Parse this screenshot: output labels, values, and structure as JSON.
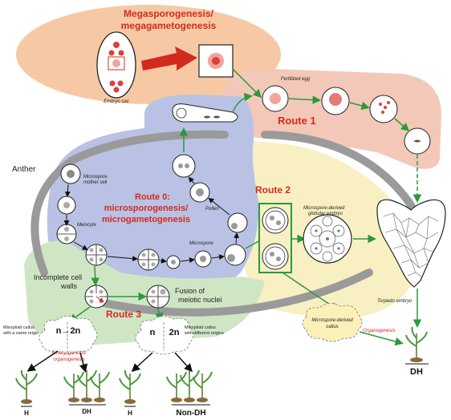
{
  "colors": {
    "mega": "#f6c9a4",
    "route1": "#f3c8b8",
    "micro": "#b9c2e4",
    "route2": "#f8f0c2",
    "route3": "#cfe6c4",
    "red": "#d32a1e",
    "green": "#2a9a3a"
  },
  "labels": {
    "mega_title_1": "Megasporogenesis/",
    "mega_title_2": "megagametogenesis",
    "embryo_sac": "Embryo sac",
    "fertilized_egg": "Fertilized egg",
    "route1": "Route 1",
    "anther": "Anther",
    "mmc_1": "Microspore",
    "mmc_2": "mother cell",
    "meiocyte": "Meiocyte",
    "route0_1": "Route 0:",
    "route0_2": "microsporogenesis/",
    "route0_3": "microgametogenesis",
    "pollen": "Pollen",
    "microspore": "Microspore",
    "route2": "Route 2",
    "globular_1": "Microspore-derived",
    "globular_2": "globular embryo",
    "torpedo": "Torpedo embryo",
    "callus_1": "Microspore-derived",
    "callus_2": "callus",
    "organogenesis": "Organogenesis",
    "dh": "DH",
    "incomplete_1": "Incomplete cell",
    "incomplete_2": "walls",
    "fusion_1": "Fusion of",
    "fusion_2": "meiotic nuclei",
    "route3": "Route 3",
    "n2n": "n→2n",
    "n_letter": "n",
    "two_n": "2n",
    "mix_same_1": "Mixoploid callus",
    "mix_same_2": "with a same origin",
    "embryo_org_1": "Embryogenesis/",
    "embryo_org_2": "organogenesis",
    "mix_diff_1": "Mixoploid callus",
    "mix_diff_2": "with different origins",
    "plant_h1": "H",
    "plant_dh": "DH",
    "plant_h2": "H",
    "non_dh": "Non-DH"
  }
}
